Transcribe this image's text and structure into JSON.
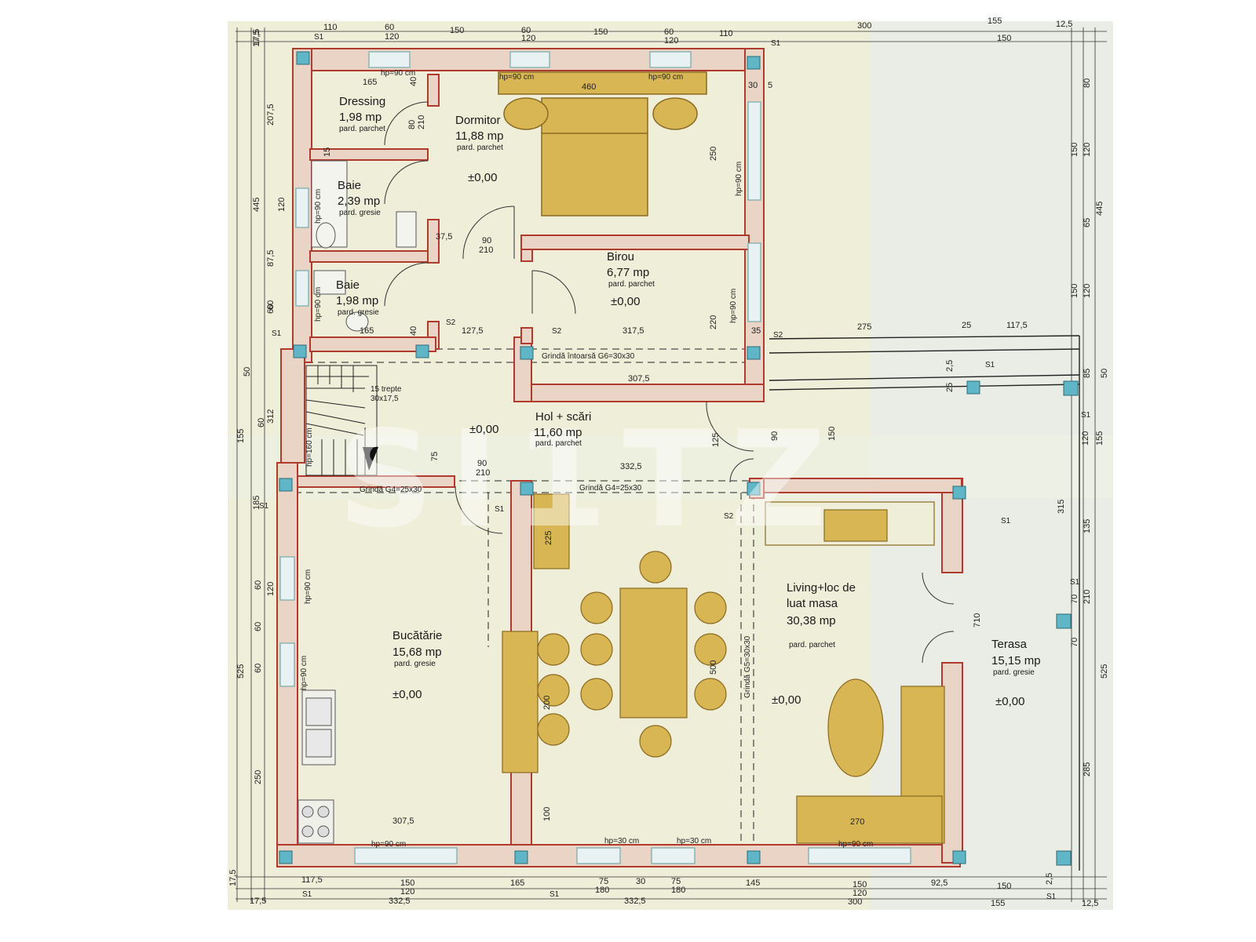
{
  "watermark": "SI1TZ",
  "colors": {
    "paper": "#efeed8",
    "wall_fill": "#e9d4c6",
    "wall_stroke": "#b03a2e",
    "column": "#5fb6c6",
    "furniture": "#d8b654",
    "furniture_stroke": "#8a6a20",
    "dim_line": "#333333"
  },
  "rooms": [
    {
      "name": "Dressing",
      "area": "1,98 mp",
      "floor": "pard. parchet",
      "level": ""
    },
    {
      "name": "Dormitor",
      "area": "11,88 mp",
      "floor": "pard. parchet",
      "level": "±0,00"
    },
    {
      "name": "Baie",
      "area": "2,39 mp",
      "floor": "pard. gresie",
      "level": ""
    },
    {
      "name": "Baie",
      "area": "1,98 mp",
      "floor": "pard. gresie",
      "level": ""
    },
    {
      "name": "Birou",
      "area": "6,77 mp",
      "floor": "pard. parchet",
      "level": "±0,00"
    },
    {
      "name": "Hol + scări",
      "area": "11,60 mp",
      "floor": "pard. parchet",
      "level": "±0,00"
    },
    {
      "name": "Bucătărie",
      "area": "15,68 mp",
      "floor": "pard. gresie",
      "level": "±0,00"
    },
    {
      "name": "Living+loc de",
      "name2": "luat masa",
      "area": "30,38 mp",
      "floor": "pard. parchet",
      "level": "±0,00"
    },
    {
      "name": "Terasa",
      "area": "15,15 mp",
      "floor": "pard. gresie",
      "level": "±0,00"
    }
  ],
  "beams": {
    "g6": "Grindă întoarsă G6=30x30",
    "g4a": "Grindă G4=25x30",
    "g4b": "Grindă G4=25x30",
    "g5": "Grindă G5=30x30"
  },
  "stairs": {
    "steps": "15 trepte",
    "size": "30x17,5"
  },
  "hp_labels": {
    "h90": "hp=90 cm",
    "h30": "hp=30 cm",
    "h160": "hp=160 cm"
  },
  "sections": {
    "s1": "S1",
    "s2": "S2"
  },
  "dims_top_1": [
    "110",
    "60",
    "150",
    "60",
    "150",
    "60",
    "110",
    "300",
    "155",
    "12,5"
  ],
  "dims_top_2": [
    "120",
    "120",
    "120",
    "150",
    "17,5"
  ],
  "dims_bottom_1": [
    "117,5",
    "150",
    "165",
    "75",
    "30",
    "75",
    "145",
    "150",
    "92,5",
    "150",
    "2,5"
  ],
  "dims_bottom_2": [
    "120",
    "180",
    "180",
    "120"
  ],
  "dims_bottom_3": [
    "17,5",
    "332,5",
    "332,5",
    "300",
    "155",
    "12,5"
  ],
  "dims_left_1": [
    "17,5",
    "207,5",
    "445",
    "87,5",
    "50",
    "312",
    "155",
    "185",
    "525",
    "17,5"
  ],
  "dims_left_2": [
    "120",
    "60",
    "60",
    "120",
    "60",
    "60",
    "60",
    "60",
    "250"
  ],
  "dims_right": [
    "80",
    "150",
    "120",
    "445",
    "65",
    "150",
    "120",
    "85",
    "50",
    "120",
    "155",
    "315",
    "135",
    "70",
    "210",
    "525",
    "70",
    "285"
  ],
  "dims_interior": [
    "165",
    "460",
    "40",
    "15",
    "80",
    "210",
    "250",
    "30",
    "5",
    "37,5",
    "90",
    "210",
    "127,5",
    "317,5",
    "220",
    "35",
    "275",
    "25",
    "117,5",
    "307,5",
    "90",
    "75",
    "210",
    "332,5",
    "225",
    "200",
    "500",
    "307,5",
    "270",
    "100",
    "710",
    "25",
    "2,5",
    "150",
    "125",
    "90",
    "165",
    "40"
  ]
}
